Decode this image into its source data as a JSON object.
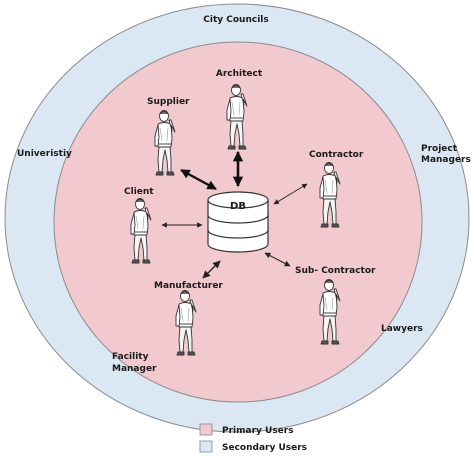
{
  "colors": {
    "outer_fill": "#dbe8f3",
    "inner_fill": "#f2c9cf",
    "stroke": "#8c8c8c",
    "primary_swatch": "#f2c9cf",
    "secondary_swatch": "#dbe8f3"
  },
  "outer_labels": {
    "city_councils": "City Councils",
    "universities": "Univeristiy",
    "project_managers_line1": "Project",
    "project_managers_line2": "Managers",
    "facility_manager_line1": "Facility",
    "facility_manager_line2": "Manager",
    "lawyers": "Lawyers"
  },
  "inner_labels": {
    "architect": "Architect",
    "supplier": "Supplier",
    "contractor": "Contractor",
    "client": "Client",
    "manufacturer": "Manufacturer",
    "sub_contractor": "Sub- Contractor"
  },
  "database": {
    "label": "DB",
    "icon": "database-icon"
  },
  "legend": {
    "primary": "Primary Users",
    "secondary": "Secondary Users"
  },
  "icons": [
    "person-icon",
    "arrow-icon"
  ]
}
